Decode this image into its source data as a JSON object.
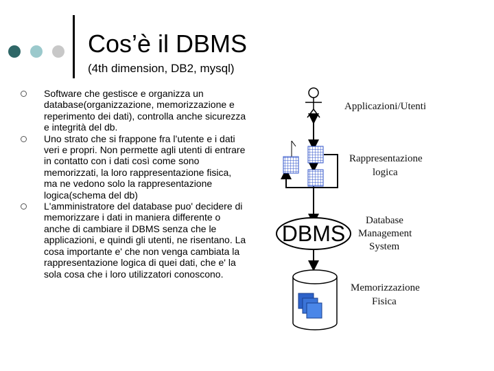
{
  "slide": {
    "title": "Cos’è il DBMS",
    "subtitle": "(4th dimension, DB2, mysql)",
    "decor_dot_colors": [
      "#2f6767",
      "#9bc9cc",
      "#c8c8c8"
    ],
    "bullets": [
      "Software che gestisce e organizza un database(organizzazione, memorizzazione e reperimento dei dati), controlla anche sicurezza e integrità del db.",
      "Uno strato che si frappone fra l’utente e i dati veri e propri. Non permette agli utenti di entrare in contatto con i dati così come sono memorizzati, la loro rappresentazione fisica, ma ne vedono solo la rappresentazione logica(schema del db)",
      "L'amministratore del database puo' decidere di memorizzare i dati in maniera differente o anche di cambiare il DBMS senza che le applicazioni, e quindi gli utenti, ne risentano. La cosa importante e' che non venga cambiata la rappresentazione logica di quei dati, che e' la sola cosa che i loro utilizzatori conoscono."
    ]
  },
  "diagram": {
    "dbms_label": "DBMS",
    "labels": {
      "users": "Applicazioni/Utenti",
      "repr_line1": "Rappresentazione",
      "repr_line2": "logica",
      "dbms_line1": "Database",
      "dbms_line2": "Management",
      "dbms_line3": "System",
      "mem_line1": "Memorizzazione",
      "mem_line2": "Fisica"
    },
    "grid_color": "#2d52c9",
    "disk_color": "#2d62c9"
  }
}
